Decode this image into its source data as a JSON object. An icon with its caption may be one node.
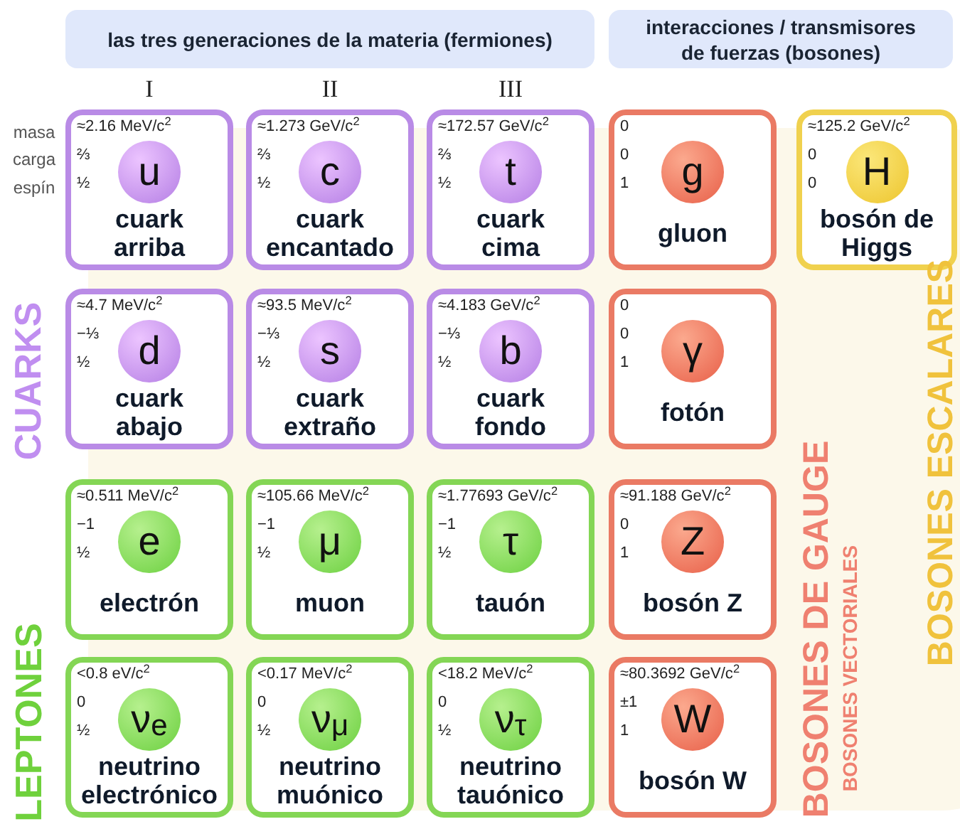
{
  "diagram": {
    "nodes": [
      {
        "text": [
          "las tres generaciones de la materia (fermiones)"
        ]
      },
      {
        "text": [
          "interacciones / transmisores de fuerzas (bosones)"
        ]
      },
      {
        "text": [
          "≈2.16 MeV/c$^{2}$",
          "⅔",
          "½",
          "u",
          "cuark arriba"
        ]
      },
      {
        "text": [
          "≈1.273 GeV/c$^{2}$",
          "⅔",
          "½",
          "c",
          "cuark encantado"
        ]
      },
      {
        "text": [
          "≈172.57 GeV/c$^{2}$",
          "⅔",
          "½",
          "t",
          "cuark cima"
        ]
      },
      {
        "text": [
          "0",
          "0",
          "1",
          "g",
          "gluon"
        ]
      },
      {
        "text": [
          "≈125.2 GeV/c$^{2}$",
          "0",
          "0",
          "H",
          "bosón de Higgs"
        ]
      },
      {
        "text": [
          "≈4.7 MeV/c$^{2}$",
          "−⅓",
          "½",
          "d",
          "cuark abajo"
        ]
      },
      {
        "text": [
          "≈93.5 MeV/c$^{2}$",
          "−⅓",
          "½",
          "s",
          "cuark extraño"
        ]
      },
      {
        "text": [
          "≈4.183 GeV/c$^{2}$",
          "−⅓",
          "½",
          "b",
          "cuark fondo"
        ]
      },
      {
        "text": [
          "0",
          "0",
          "1",
          "γ",
          "fotón"
        ]
      },
      {
        "text": [
          "≈0.511 MeV/c$^{2}$",
          "−1",
          "½",
          "e",
          "electrón"
        ]
      },
      {
        "text": [
          "≈105.66 MeV/c$^{2}$",
          "−1",
          "½",
          "μ",
          "muon"
        ]
      },
      {
        "text": [
          "≈1.77693 GeV/c$^{2}$",
          "−1",
          "½",
          "τ",
          "tauón"
        ]
      },
      {
        "text": [
          "≈91.188 GeV/c$^{2}$",
          "0",
          "1",
          "Z",
          "bosón Z"
        ]
      },
      {
        "text": [
          "<0.8 eV/c$^{2}$",
          "0",
          "½",
          "ν$_{e}$",
          "neutrino electrónico"
        ]
      },
      {
        "text": [
          "<0.17 MeV/c$^{2}$",
          "0",
          "½",
          "ν$_{μ}$",
          "neutrino muónico"
        ]
      },
      {
        "text": [
          "<18.2 MeV/c$^{2}$",
          "0",
          "½",
          "ν$_{τ}$",
          "neutrino tauónico"
        ]
      },
      {
        "text": [
          "≈80.3692 GeV/c$^{2}$",
          "±1",
          "1",
          "W",
          "bosón W"
        ]
      }
    ],
    "labels": [
      "I",
      "II",
      "III",
      "masa",
      "carga",
      "espín",
      "CUARKS",
      "LEPTONES",
      "BOSONES DE GAUGE",
      "BOSONES VECTORIALES",
      "BOSONES ESCALARES"
    ]
  }
}
